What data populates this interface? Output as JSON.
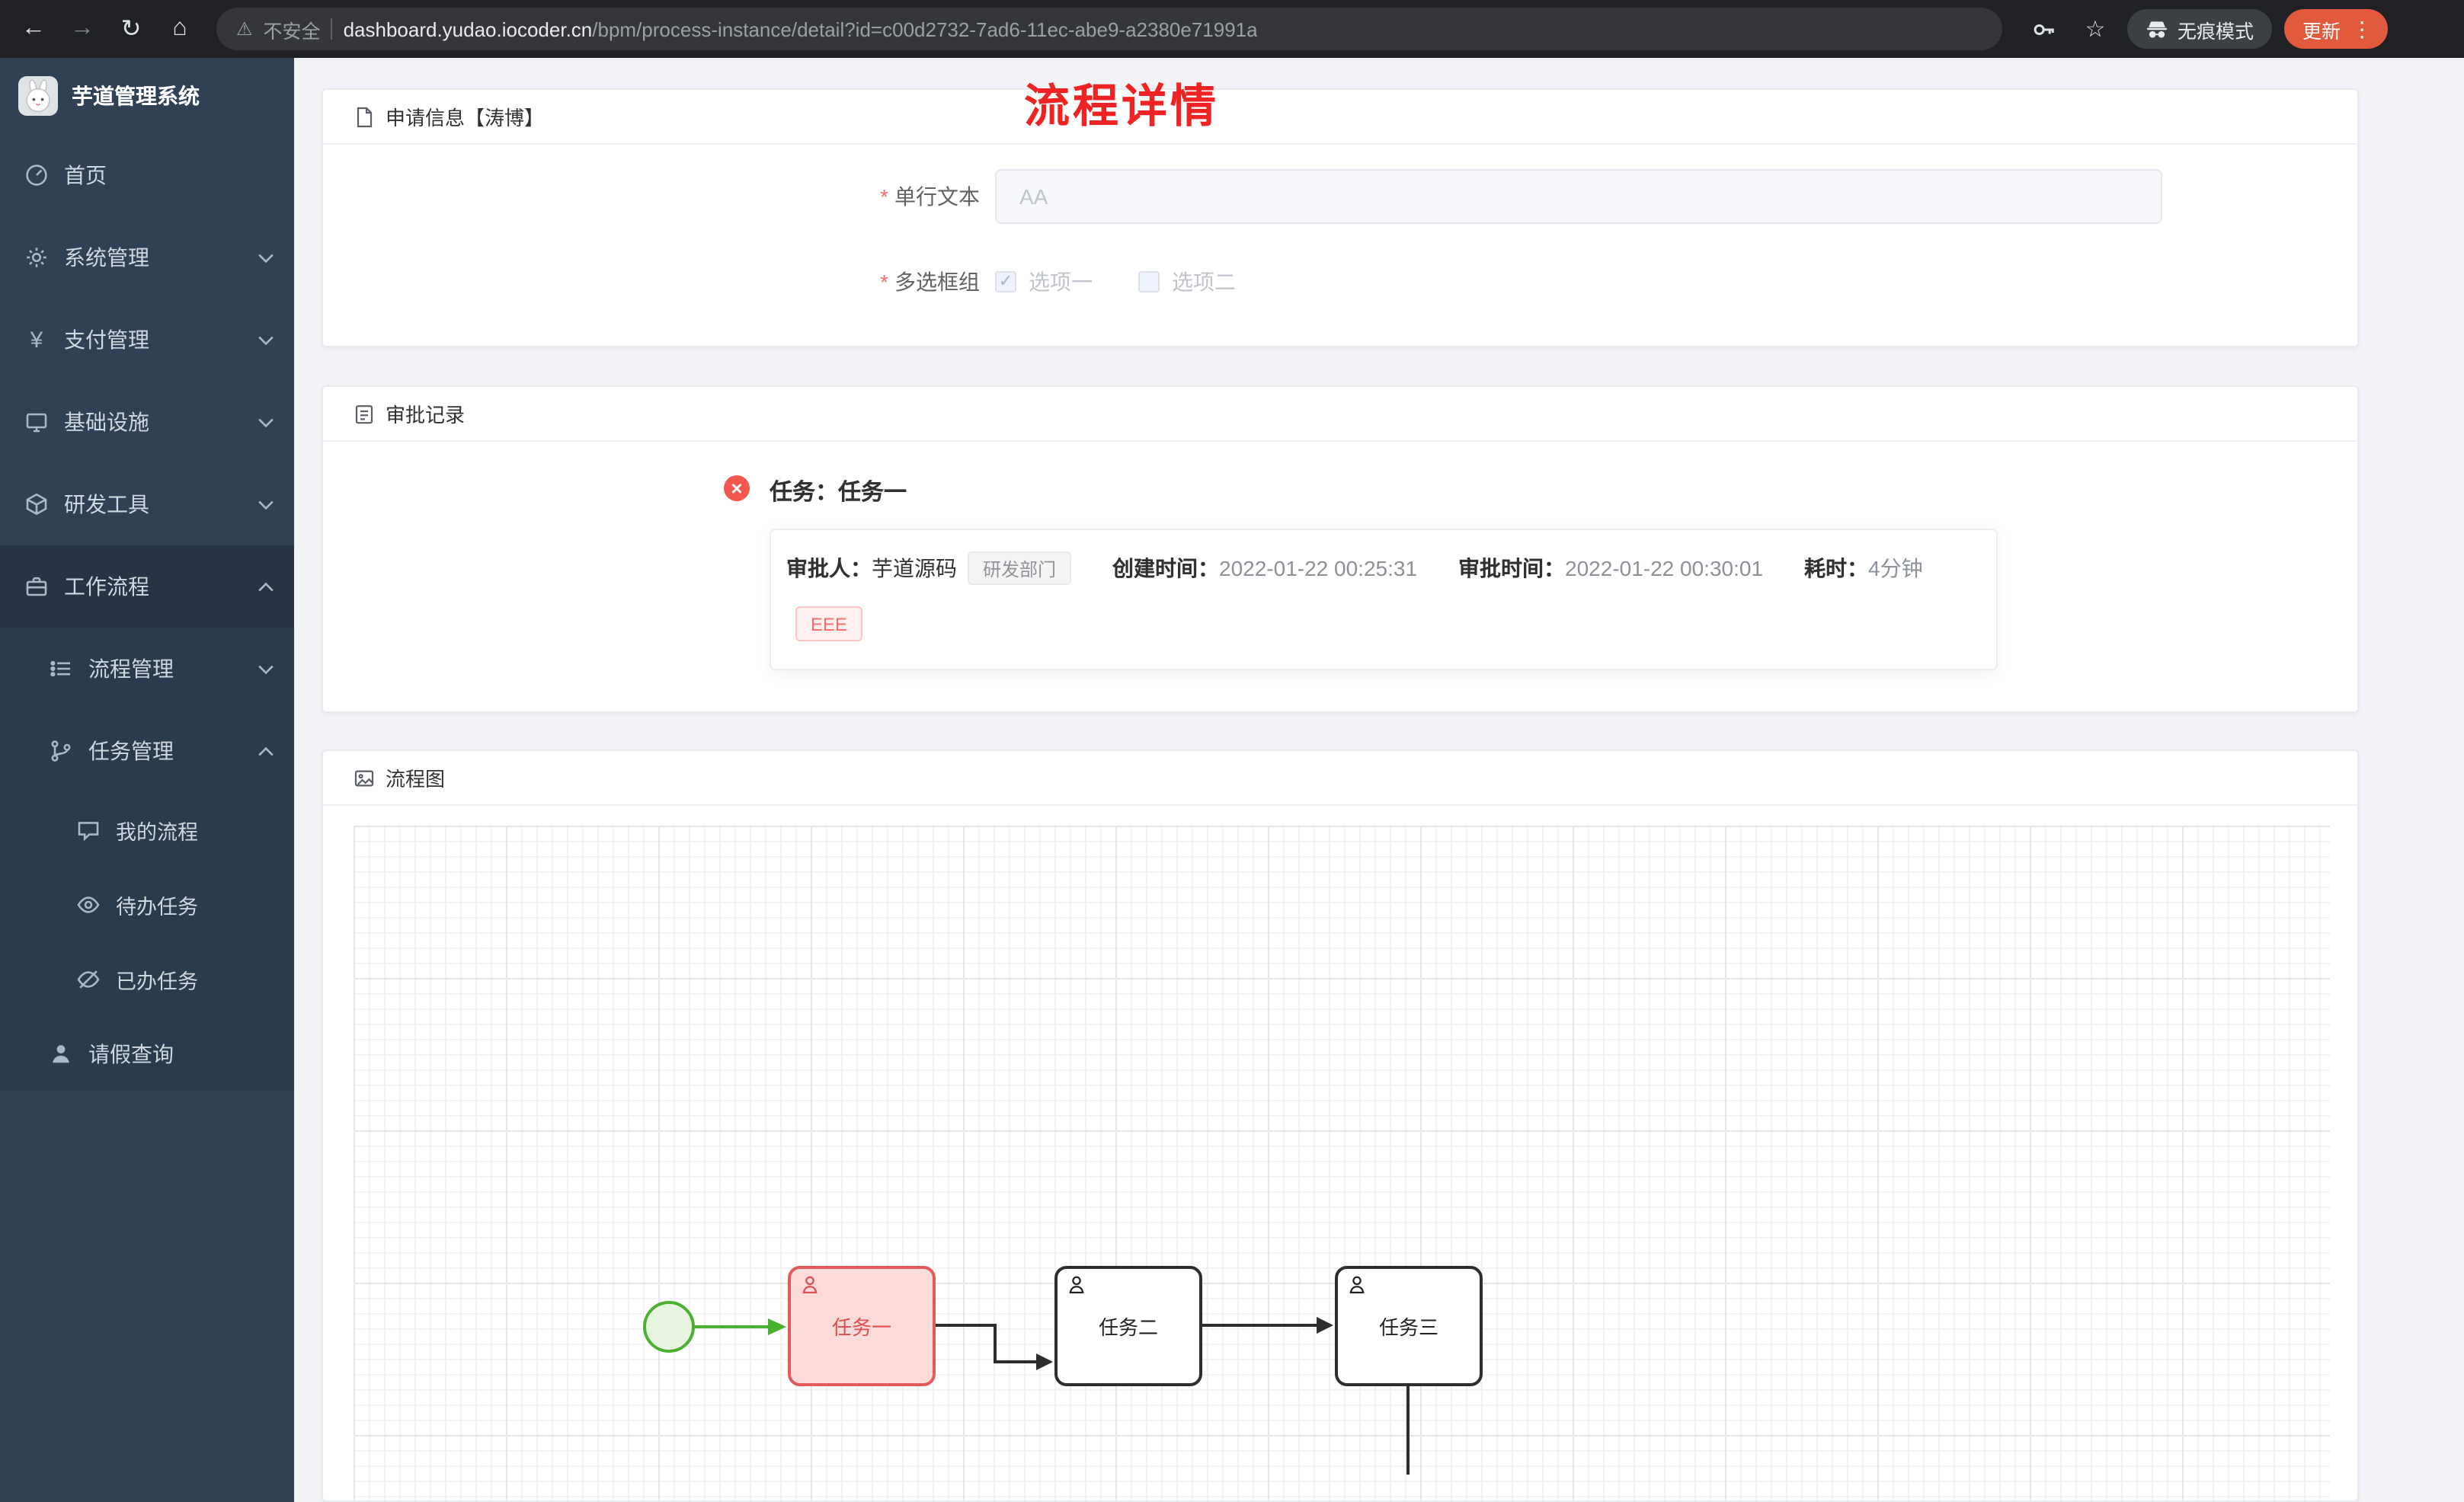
{
  "icons": {
    "back": "←",
    "forward": "→",
    "reload": "↻",
    "home": "⌂",
    "warning": "⚠",
    "star": "☆",
    "kebab": "⋮",
    "check": "✓",
    "close": "×",
    "yen": "¥"
  },
  "browser": {
    "security": "不安全",
    "url_domain": "dashboard.yudao.iocoder.cn",
    "url_path": "/bpm/process-instance/detail?id=c00d2732-7ad6-11ec-abe9-a2380e71991a",
    "incognito": "无痕模式",
    "update": "更新"
  },
  "sidebar": {
    "title": "芋道管理系统",
    "menu": [
      {
        "label": "首页"
      },
      {
        "label": "系统管理"
      },
      {
        "label": "支付管理"
      },
      {
        "label": "基础设施"
      },
      {
        "label": "研发工具"
      },
      {
        "label": "工作流程"
      }
    ],
    "workflow_children": [
      {
        "label": "流程管理"
      },
      {
        "label": "任务管理"
      },
      {
        "label": "请假查询"
      }
    ],
    "task_children": [
      {
        "label": "我的流程"
      },
      {
        "label": "待办任务"
      },
      {
        "label": "已办任务"
      }
    ]
  },
  "page": {
    "title": "流程详情"
  },
  "apply": {
    "header": "申请信息【涛博】",
    "required_mark": "*",
    "text_label": "单行文本",
    "text_placeholder": "AA",
    "checkbox_label": "多选框组",
    "option1": "选项一",
    "option2": "选项二"
  },
  "approval": {
    "header": "审批记录",
    "task_title": "任务：任务一",
    "approver_label": "审批人：",
    "approver_name": "芋道源码",
    "dept_tag": "研发部门",
    "created_label": "创建时间：",
    "created_time": "2022-01-22 00:25:31",
    "approved_label": "审批时间：",
    "approved_time": "2022-01-22 00:30:01",
    "duration_label": "耗时：",
    "duration_value": "4分钟",
    "comment_tag": "EEE"
  },
  "flow": {
    "header": "流程图",
    "task1": "任务一",
    "task2": "任务二",
    "task3": "任务三"
  },
  "colors": {
    "accent_red": "#f56c6c",
    "flow_green": "#4ab032",
    "sidebar_bg": "#304156"
  }
}
